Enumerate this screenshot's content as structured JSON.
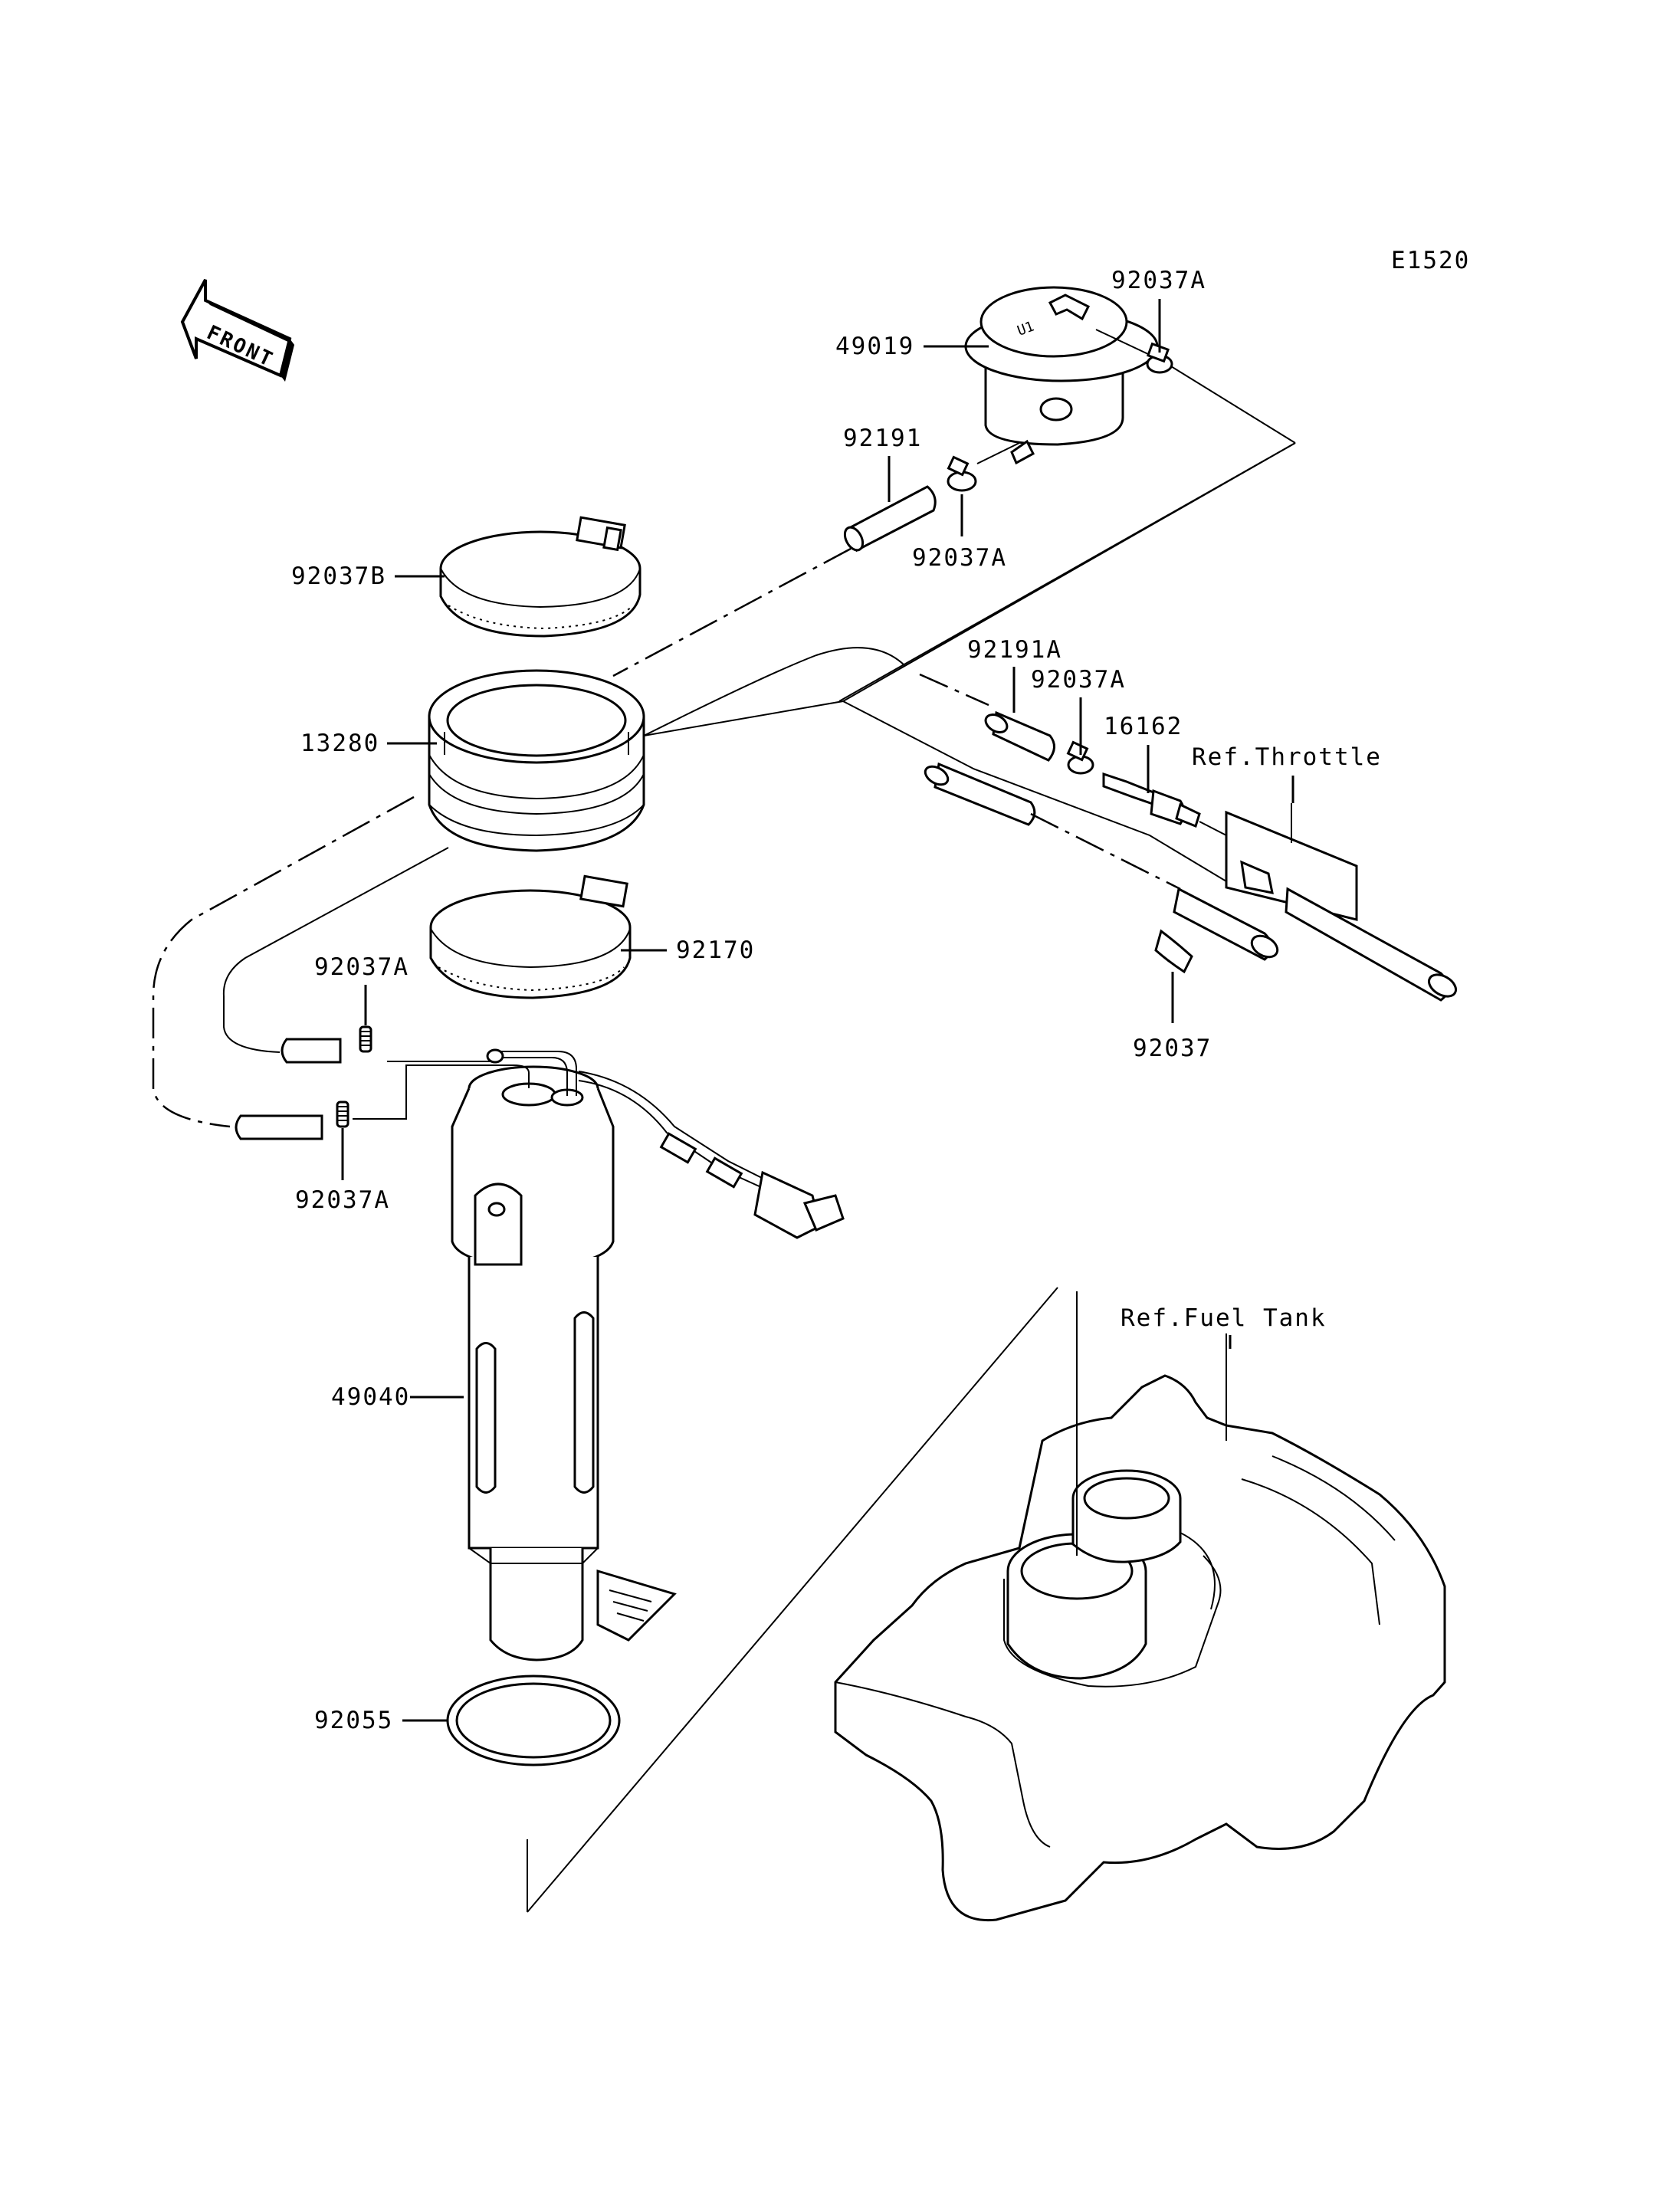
{
  "diagram": {
    "code": "E1520",
    "front_arrow": "FRONT",
    "parts": {
      "p49019": "49019",
      "p92037A_top": "92037A",
      "p92191": "92191",
      "p92037A_mid": "92037A",
      "p92037B": "92037B",
      "p13280": "13280",
      "p92191A": "92191A",
      "p92037A_right": "92037A",
      "p16162": "16162",
      "ref_throttle": "Ref.Throttle",
      "p92170": "92170",
      "p92037A_left_upper": "92037A",
      "p92037A_left_lower": "92037A",
      "p92037": "92037",
      "ref_fuel_tank": "Ref.Fuel Tank",
      "p49040": "49040",
      "p92055": "92055"
    }
  }
}
